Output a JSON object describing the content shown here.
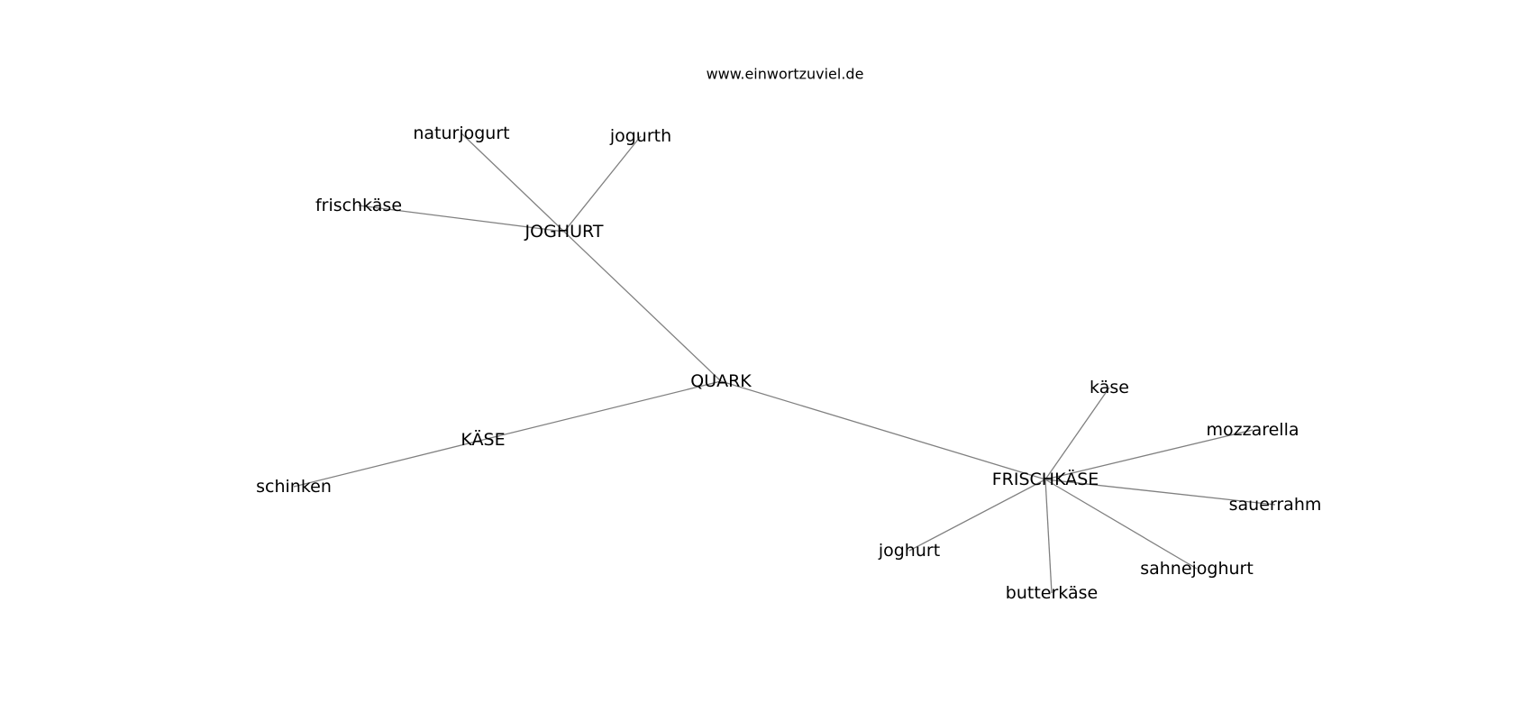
{
  "header": {
    "site": "www.einwortzuviel.de"
  },
  "graph": {
    "nodes": [
      {
        "id": "quark",
        "label": "QUARK"
      },
      {
        "id": "joghurt_hub",
        "label": "JOGHURT"
      },
      {
        "id": "kaese_hub",
        "label": "KÄSE"
      },
      {
        "id": "frischkaese_hub",
        "label": "FRISCHKÄSE"
      },
      {
        "id": "naturjogurt",
        "label": "naturjogurt"
      },
      {
        "id": "jogurth",
        "label": "jogurth"
      },
      {
        "id": "frischkaese",
        "label": "frischkäse"
      },
      {
        "id": "schinken",
        "label": "schinken"
      },
      {
        "id": "kaese",
        "label": "käse"
      },
      {
        "id": "mozzarella",
        "label": "mozzarella"
      },
      {
        "id": "sauerrahm",
        "label": "sauerrahm"
      },
      {
        "id": "sahnejoghurt",
        "label": "sahnejoghurt"
      },
      {
        "id": "butterkaese",
        "label": "butterkäse"
      },
      {
        "id": "joghurt",
        "label": "joghurt"
      }
    ],
    "edges": [
      [
        "quark",
        "joghurt_hub"
      ],
      [
        "quark",
        "kaese_hub"
      ],
      [
        "quark",
        "frischkaese_hub"
      ],
      [
        "joghurt_hub",
        "naturjogurt"
      ],
      [
        "joghurt_hub",
        "jogurth"
      ],
      [
        "joghurt_hub",
        "frischkaese"
      ],
      [
        "kaese_hub",
        "schinken"
      ],
      [
        "frischkaese_hub",
        "kaese"
      ],
      [
        "frischkaese_hub",
        "mozzarella"
      ],
      [
        "frischkaese_hub",
        "sauerrahm"
      ],
      [
        "frischkaese_hub",
        "sahnejoghurt"
      ],
      [
        "frischkaese_hub",
        "butterkaese"
      ],
      [
        "frischkaese_hub",
        "joghurt"
      ]
    ]
  }
}
